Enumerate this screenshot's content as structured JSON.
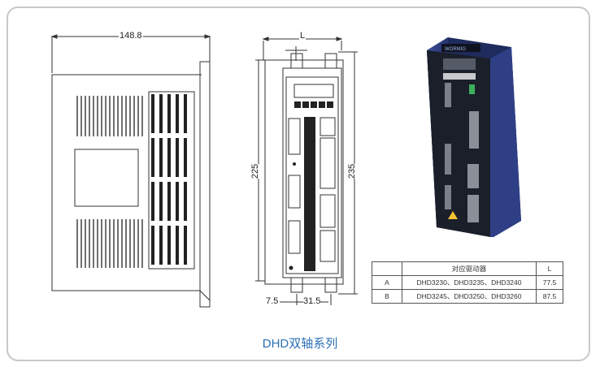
{
  "drawing": {
    "side_view": {
      "width_label": "148.8"
    },
    "front_view": {
      "width_label": "L",
      "height_inner_label": "225",
      "height_outer_label": "235",
      "bottom_left_label": "7.5",
      "bottom_right_label": "31.5"
    }
  },
  "photo": {
    "brand_text": "WORMIG"
  },
  "spec_table": {
    "header": [
      "",
      "对应驱动器",
      "L"
    ],
    "rows": [
      {
        "key": "A",
        "models": "DHD3230、DHD3235、DHD3240",
        "l": "77.5"
      },
      {
        "key": "B",
        "models": "DHD3245、DHD3250、DHD3260",
        "l": "87.5"
      }
    ]
  },
  "caption": "DHD双轴系列",
  "colors": {
    "caption": "#2b6fb4",
    "photo_body": "#2e3f86",
    "line": "#333333"
  }
}
